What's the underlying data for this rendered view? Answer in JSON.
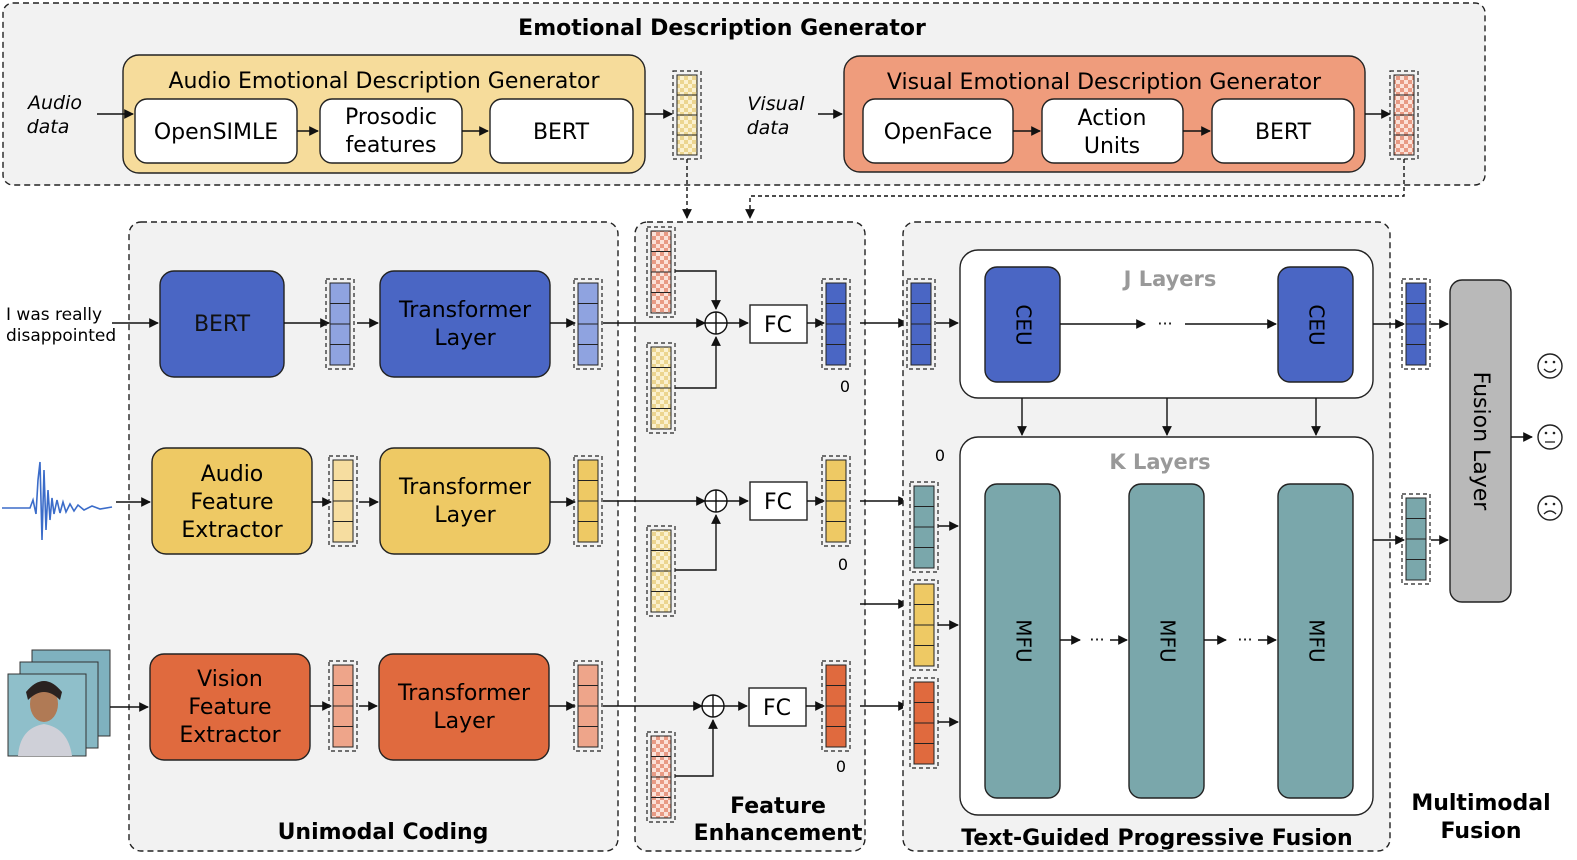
{
  "sections": {
    "edg_title": "Emotional Description Generator",
    "unimodal": "Unimodal Coding",
    "feature_enh_1": "Feature",
    "feature_enh_2": "Enhancement",
    "tgpf": "Text-Guided Progressive Fusion",
    "multimodal_1": "Multimodal",
    "multimodal_2": "Fusion"
  },
  "audio_gen": {
    "title": "Audio Emotional Description Generator",
    "input_1": "Audio",
    "input_2": "data",
    "step1": "OpenSIMLE",
    "step2_1": "Prosodic",
    "step2_2": "features",
    "step3": "BERT"
  },
  "visual_gen": {
    "title": "Visual Emotional Description Generator",
    "input_1": "Visual",
    "input_2": "data",
    "step1": "OpenFace",
    "step2_1": "Action",
    "step2_2": "Units",
    "step3": "BERT"
  },
  "text_row": {
    "input_1": "I was really",
    "input_2": "disappointed",
    "encoder": "BERT",
    "layer_1": "Transformer",
    "layer_2": "Layer"
  },
  "audio_row": {
    "enc_1": "Audio",
    "enc_2": "Feature",
    "enc_3": "Extractor",
    "layer_1": "Transformer",
    "layer_2": "Layer"
  },
  "vision_row": {
    "enc_1": "Vision",
    "enc_2": "Feature",
    "enc_3": "Extractor",
    "layer_1": "Transformer",
    "layer_2": "Layer"
  },
  "fc_label": "FC",
  "zero_label": "0",
  "j_layers": "J Layers",
  "k_layers": "K Layers",
  "ceu": "CEU",
  "mfu": "MFU",
  "dots": "···",
  "fusion_layer": "Fusion Layer",
  "colors": {
    "text_blue": "#4a66c4",
    "audio_yellow": "#eec964",
    "vision_orange": "#e06a3e",
    "fusion_teal": "#7aa7ab",
    "audio_gen_bg": "#f6dc9b",
    "visual_gen_bg": "#ef9c7c",
    "fusion_gray": "#b9b9b9"
  }
}
